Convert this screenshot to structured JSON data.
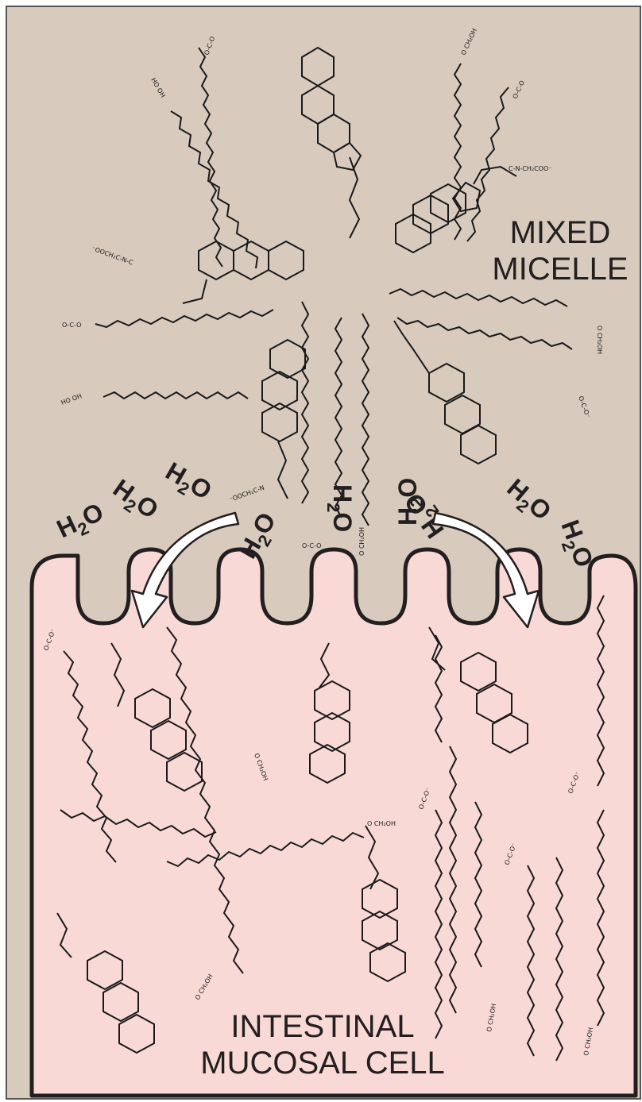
{
  "diagram": {
    "labels": {
      "micelle_line1": "MIXED",
      "micelle_line2": "MICELLE",
      "cell_line1": "INTESTINAL",
      "cell_line2": "MUCOSAL CELL"
    },
    "water_label": {
      "main": "H",
      "sub": "2",
      "tail": "O"
    },
    "colors": {
      "lumen": "#d8cabd",
      "cell": "#f8d9d6",
      "outline": "#231f20",
      "arrow_fill": "#ffffff"
    }
  }
}
